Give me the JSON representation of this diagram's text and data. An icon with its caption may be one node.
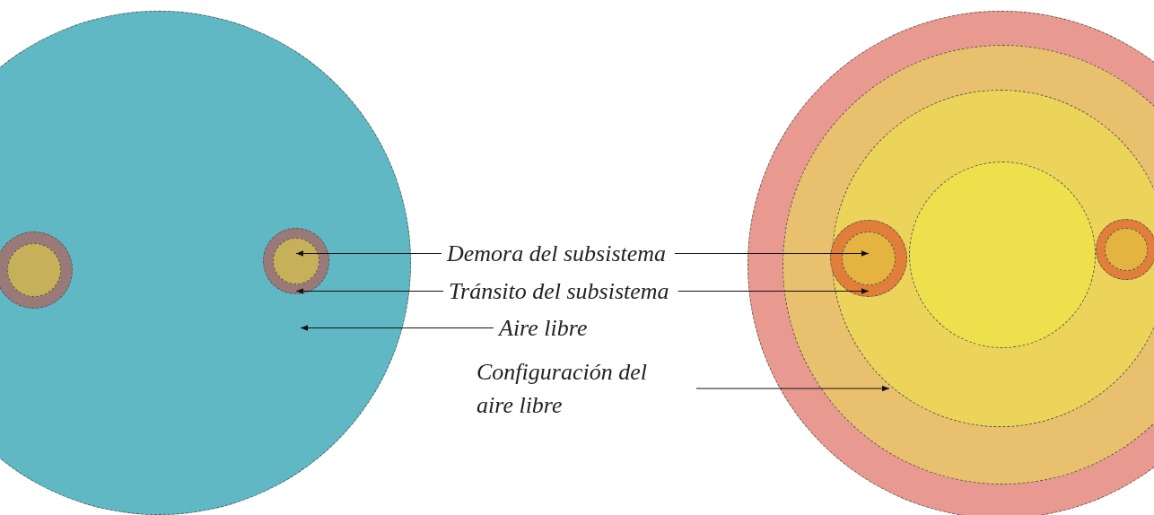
{
  "diagram": {
    "nodes": [
      {
        "text": [],
        "shape": "circle"
      },
      {
        "text": [],
        "shape": "circle",
        "in": 0
      },
      {
        "text": [],
        "shape": "circle",
        "in": 1
      },
      {
        "text": [],
        "shape": "circle",
        "in": 0
      },
      {
        "text": [],
        "shape": "circle",
        "in": 3
      },
      {
        "text": [
          "Demora del subsistema"
        ]
      },
      {
        "text": [
          "Tránsito del subsistema"
        ]
      },
      {
        "text": [
          "Aire libre"
        ]
      },
      {
        "text": [
          "Configuración del aire libre"
        ]
      },
      {
        "text": [],
        "shape": "circle"
      },
      {
        "text": [],
        "shape": "circle",
        "in": 9
      },
      {
        "text": [],
        "shape": "circle",
        "in": 10
      },
      {
        "text": [],
        "shape": "circle",
        "in": 11
      },
      {
        "text": [],
        "shape": "circle",
        "in": 12
      },
      {
        "text": [],
        "shape": "circle",
        "in": 11
      },
      {
        "text": [],
        "shape": "circle",
        "in": 11
      },
      {
        "text": [],
        "shape": "circle",
        "in": 15
      }
    ],
    "edges": [
      {
        "from": 5,
        "to": 4,
        "arrow": "to"
      },
      {
        "from": 5,
        "to": 13,
        "arrow": "to"
      },
      {
        "from": 6,
        "to": 3,
        "arrow": "to"
      },
      {
        "from": 6,
        "to": 12,
        "arrow": "to"
      },
      {
        "from": 7,
        "to": 0,
        "arrow": "to"
      },
      {
        "from": 8,
        "to": 10,
        "arrow": "to"
      }
    ]
  }
}
